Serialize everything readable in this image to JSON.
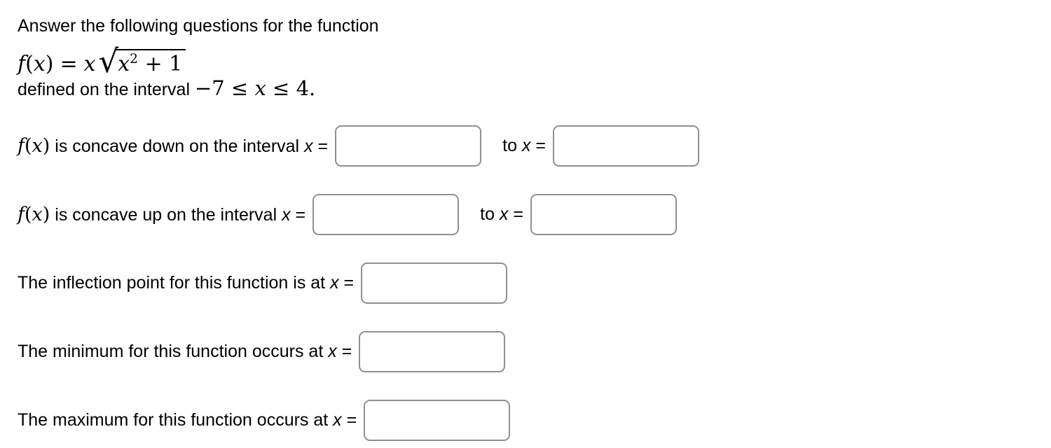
{
  "page": {
    "background": "#ffffff",
    "text_color": "#000000",
    "input_border_color": "#909090"
  },
  "intro": {
    "line1": "Answer the following questions for the function",
    "line3_prefix": "defined on the interval",
    "line3_math": {
      "left": "−7 ≤",
      "var": "x",
      "right": "≤ 4."
    }
  },
  "formula": {
    "fname": "f",
    "lparen": "(",
    "arg": "x",
    "rparen": ")",
    "equals": "=",
    "coef": "x",
    "radical": "√",
    "rad_var": "x",
    "rad_exp": "2",
    "rad_rest": "+ 1"
  },
  "math_prefix": {
    "fname": "f",
    "lparen": "(",
    "arg": "x",
    "rparen": ")"
  },
  "questions": [
    {
      "text": "is concave down on the interval",
      "var": "x",
      "eq": "=",
      "to": "to",
      "var2": "x",
      "eq2": "=",
      "value1": "",
      "value2": ""
    },
    {
      "text": "is concave up on the interval",
      "var": "x",
      "eq": "=",
      "to": "to",
      "var2": "x",
      "eq2": "=",
      "value1": "",
      "value2": ""
    },
    {
      "text": "The inflection point for this function is at",
      "var": "x",
      "eq": "=",
      "value": ""
    },
    {
      "text": "The minimum for this function occurs at",
      "var": "x",
      "eq": "=",
      "value": ""
    },
    {
      "text": "The maximum for this function occurs at",
      "var": "x",
      "eq": "=",
      "value": ""
    }
  ]
}
